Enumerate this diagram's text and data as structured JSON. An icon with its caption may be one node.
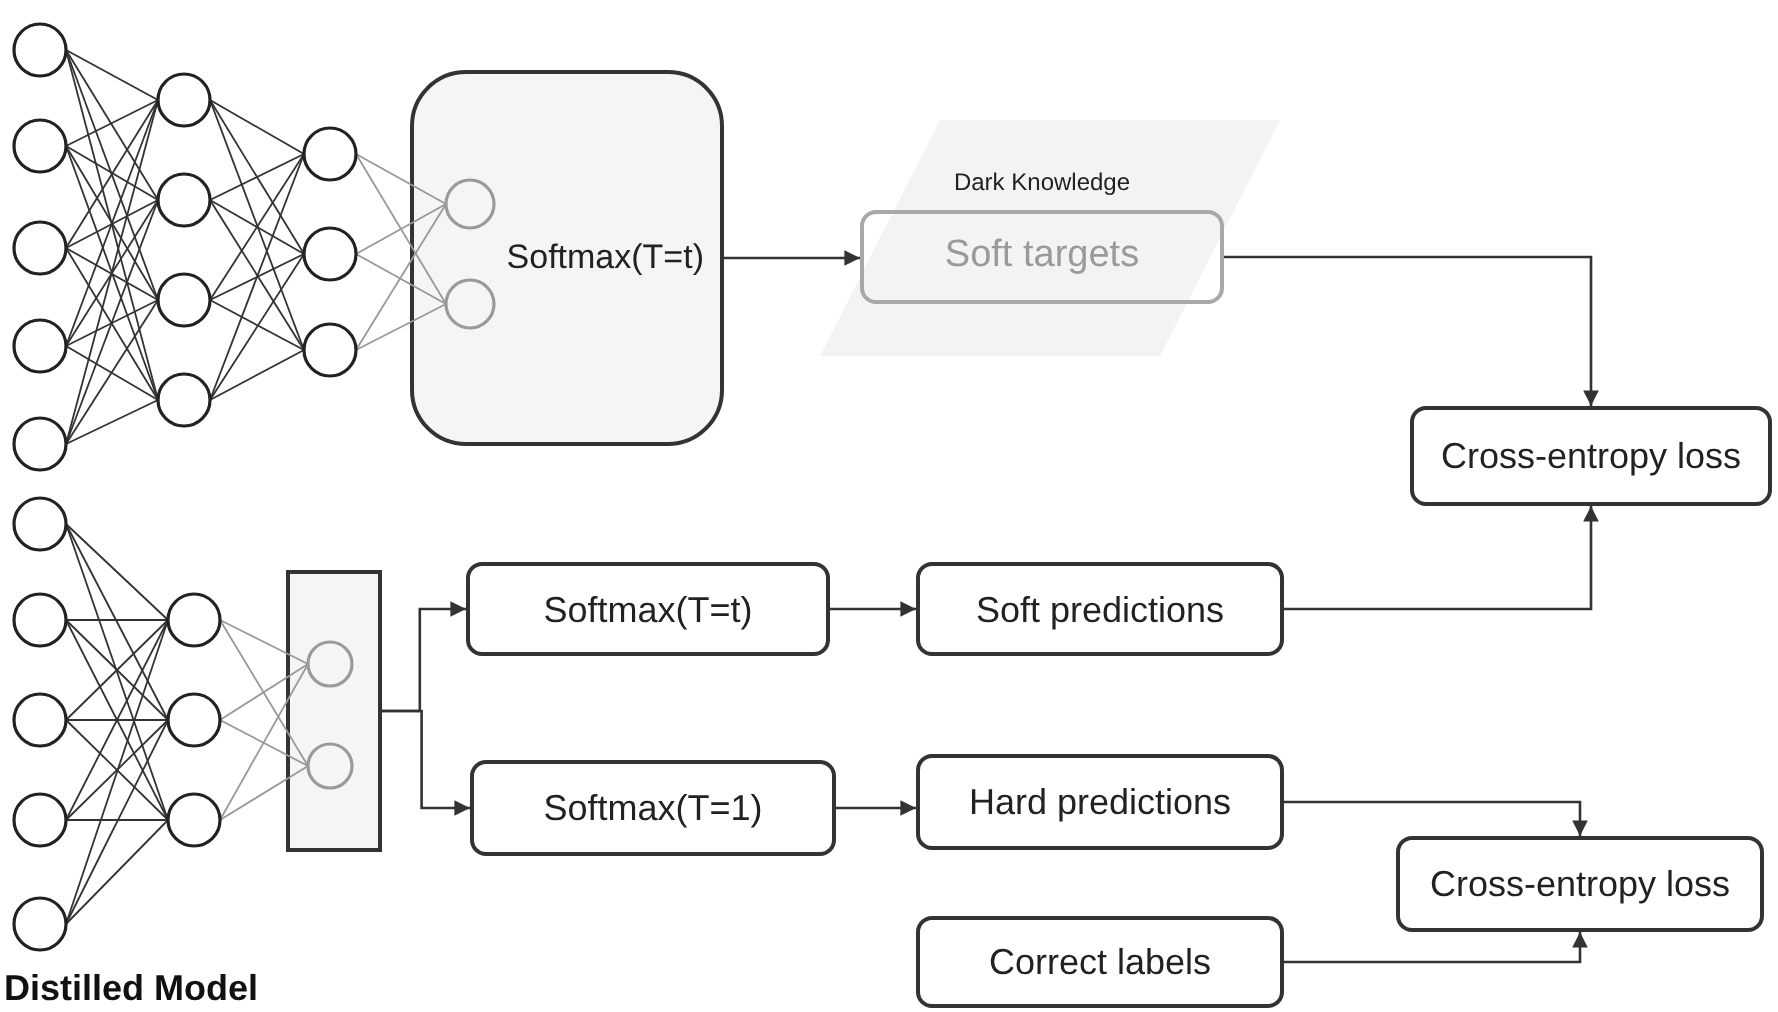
{
  "diagram": {
    "nodes": [
      {
        "text": [
          "Softmax(T=t)"
        ]
      },
      {
        "text": [
          "Dark Knowledge"
        ]
      },
      {
        "text": [
          "Soft targets"
        ],
        "in": 1
      },
      {
        "text": [
          "Cross-entropy loss"
        ]
      },
      {
        "text": [],
        "shape": "box"
      },
      {
        "text": [
          "Softmax(T=t)"
        ]
      },
      {
        "text": [
          "Softmax(T=1)"
        ]
      },
      {
        "text": [
          "Soft predictions"
        ]
      },
      {
        "text": [
          "Hard predictions"
        ]
      },
      {
        "text": [
          "Cross-entropy loss"
        ]
      },
      {
        "text": [
          "Correct labels"
        ]
      }
    ],
    "edges": [
      {
        "from": 0,
        "to": 2,
        "arrow": "to"
      },
      {
        "from": 2,
        "to": 3,
        "arrow": "to"
      },
      {
        "from": 7,
        "to": 3,
        "arrow": "to"
      },
      {
        "from": 4,
        "to": 5,
        "arrow": "to"
      },
      {
        "from": 4,
        "to": 6,
        "arrow": "to"
      },
      {
        "from": 5,
        "to": 7,
        "arrow": "to"
      },
      {
        "from": 6,
        "to": 8,
        "arrow": "to"
      },
      {
        "from": 8,
        "to": 9,
        "arrow": "to"
      },
      {
        "from": 10,
        "to": 9,
        "arrow": "to"
      }
    ],
    "labels": [
      "Distilled Model"
    ]
  }
}
